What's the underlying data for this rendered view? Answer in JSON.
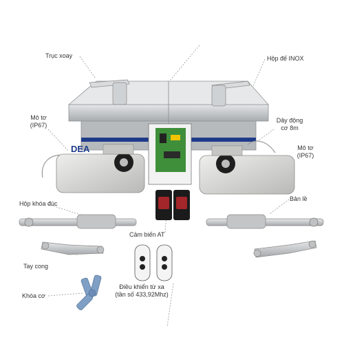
{
  "brand": "DEA",
  "labels": {
    "truc_xoay": "Trục xoay",
    "hop_de_inox": "Hộp đế INOX",
    "mo_to_left_1": "Mô tơ",
    "mo_to_left_2": "(IP67)",
    "day_dong_1": "Dây động",
    "day_dong_2": "cơ 8m",
    "mo_to_right_1": "Mô tơ",
    "mo_to_right_2": "(IP67)",
    "hop_khoa_duc": "Hộp khóa đúc",
    "ban_le": "Bản lề",
    "cam_bien": "Cảm biến AT",
    "tay_cong": "Tay cong",
    "khoa_co": "Khóa cơ",
    "dieu_khien_1": "Điều khiển từ xa",
    "dieu_khien_2": "(tần số 433,92Mhz)"
  },
  "colors": {
    "steel": "#c9ccce",
    "steel_dark": "#9a9ea2",
    "motor": "#d8d8d6",
    "blue_key": "#7f9fc4",
    "board": "#3f8f3a",
    "black": "#1b1b1b"
  }
}
